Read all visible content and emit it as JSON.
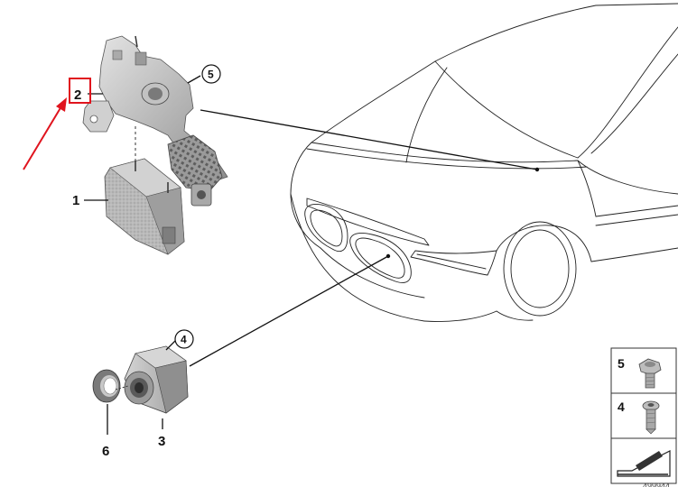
{
  "callouts": {
    "c1": "1",
    "c2": "2",
    "c3": "3",
    "c4": "4",
    "c5": "5",
    "c6": "6"
  },
  "legend": {
    "item_5": "5",
    "item_4": "4"
  },
  "footer_code": "499944",
  "colors": {
    "highlight": "#e0141e",
    "part_fill": "#c9c9c9",
    "part_dark": "#8d8d8d",
    "line": "#222222"
  }
}
